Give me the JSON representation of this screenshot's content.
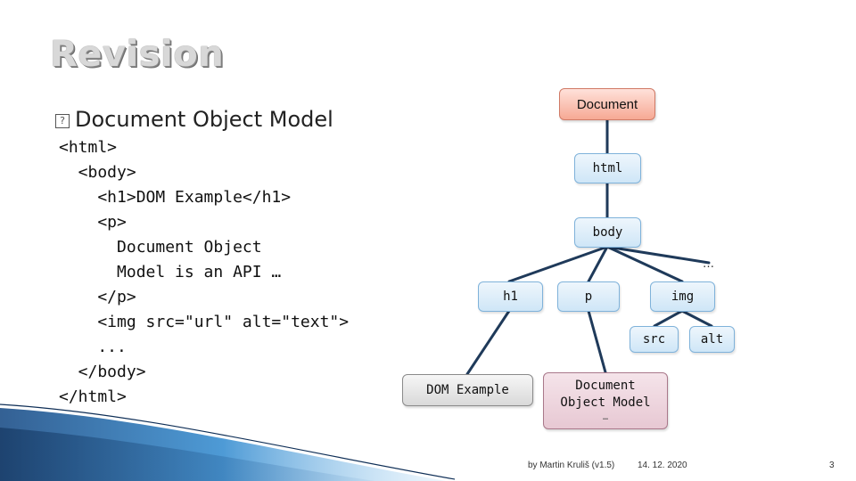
{
  "slide": {
    "title": "Revision",
    "bullet": "Document Object Model",
    "code_lines": [
      "<html>",
      "  <body>",
      "    <h1>DOM Example</h1>",
      "    <p>",
      "      Document Object",
      "      Model is an API …",
      "    </p>",
      "    <img src=\"url\" alt=\"text\">",
      "    ...",
      "  </body>",
      "</html>"
    ]
  },
  "tree": {
    "document": "Document",
    "html": "html",
    "body": "body",
    "more": "…",
    "h1": "h1",
    "p": "p",
    "img": "img",
    "src": "src",
    "alt": "alt",
    "h1_text": "DOM Example",
    "p_text_line1": "Document",
    "p_text_line2": "Object Model",
    "p_text_more": "…"
  },
  "footer": {
    "author": "by Martin Kruliš (v1.5)",
    "date": "14. 12. 2020",
    "page": "3"
  },
  "colors": {
    "line": "#1f3a5a",
    "accent": "#7fb2da",
    "root": "#f6a994"
  }
}
